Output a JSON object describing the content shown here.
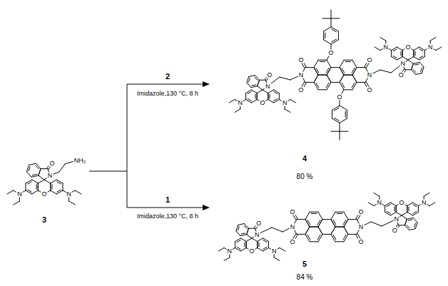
{
  "diagram": {
    "labels": [
      "O",
      "N",
      "O",
      "N",
      "N",
      "NH₂",
      "3",
      "2",
      "Imidazole,130 °C, 8 h",
      "1",
      "Imidazole,130 °C, 8 h",
      "O",
      "N",
      "O",
      "N",
      "N",
      "O",
      "N",
      "O",
      "O",
      "O",
      "O",
      "N",
      "O",
      "O",
      "N",
      "O",
      "N",
      "N",
      "4",
      "80 %",
      "O",
      "N",
      "O",
      "N",
      "N",
      "O",
      "N",
      "O",
      "O",
      "N",
      "O",
      "O",
      "N",
      "O",
      "N",
      "N",
      "5",
      "84 %"
    ]
  }
}
